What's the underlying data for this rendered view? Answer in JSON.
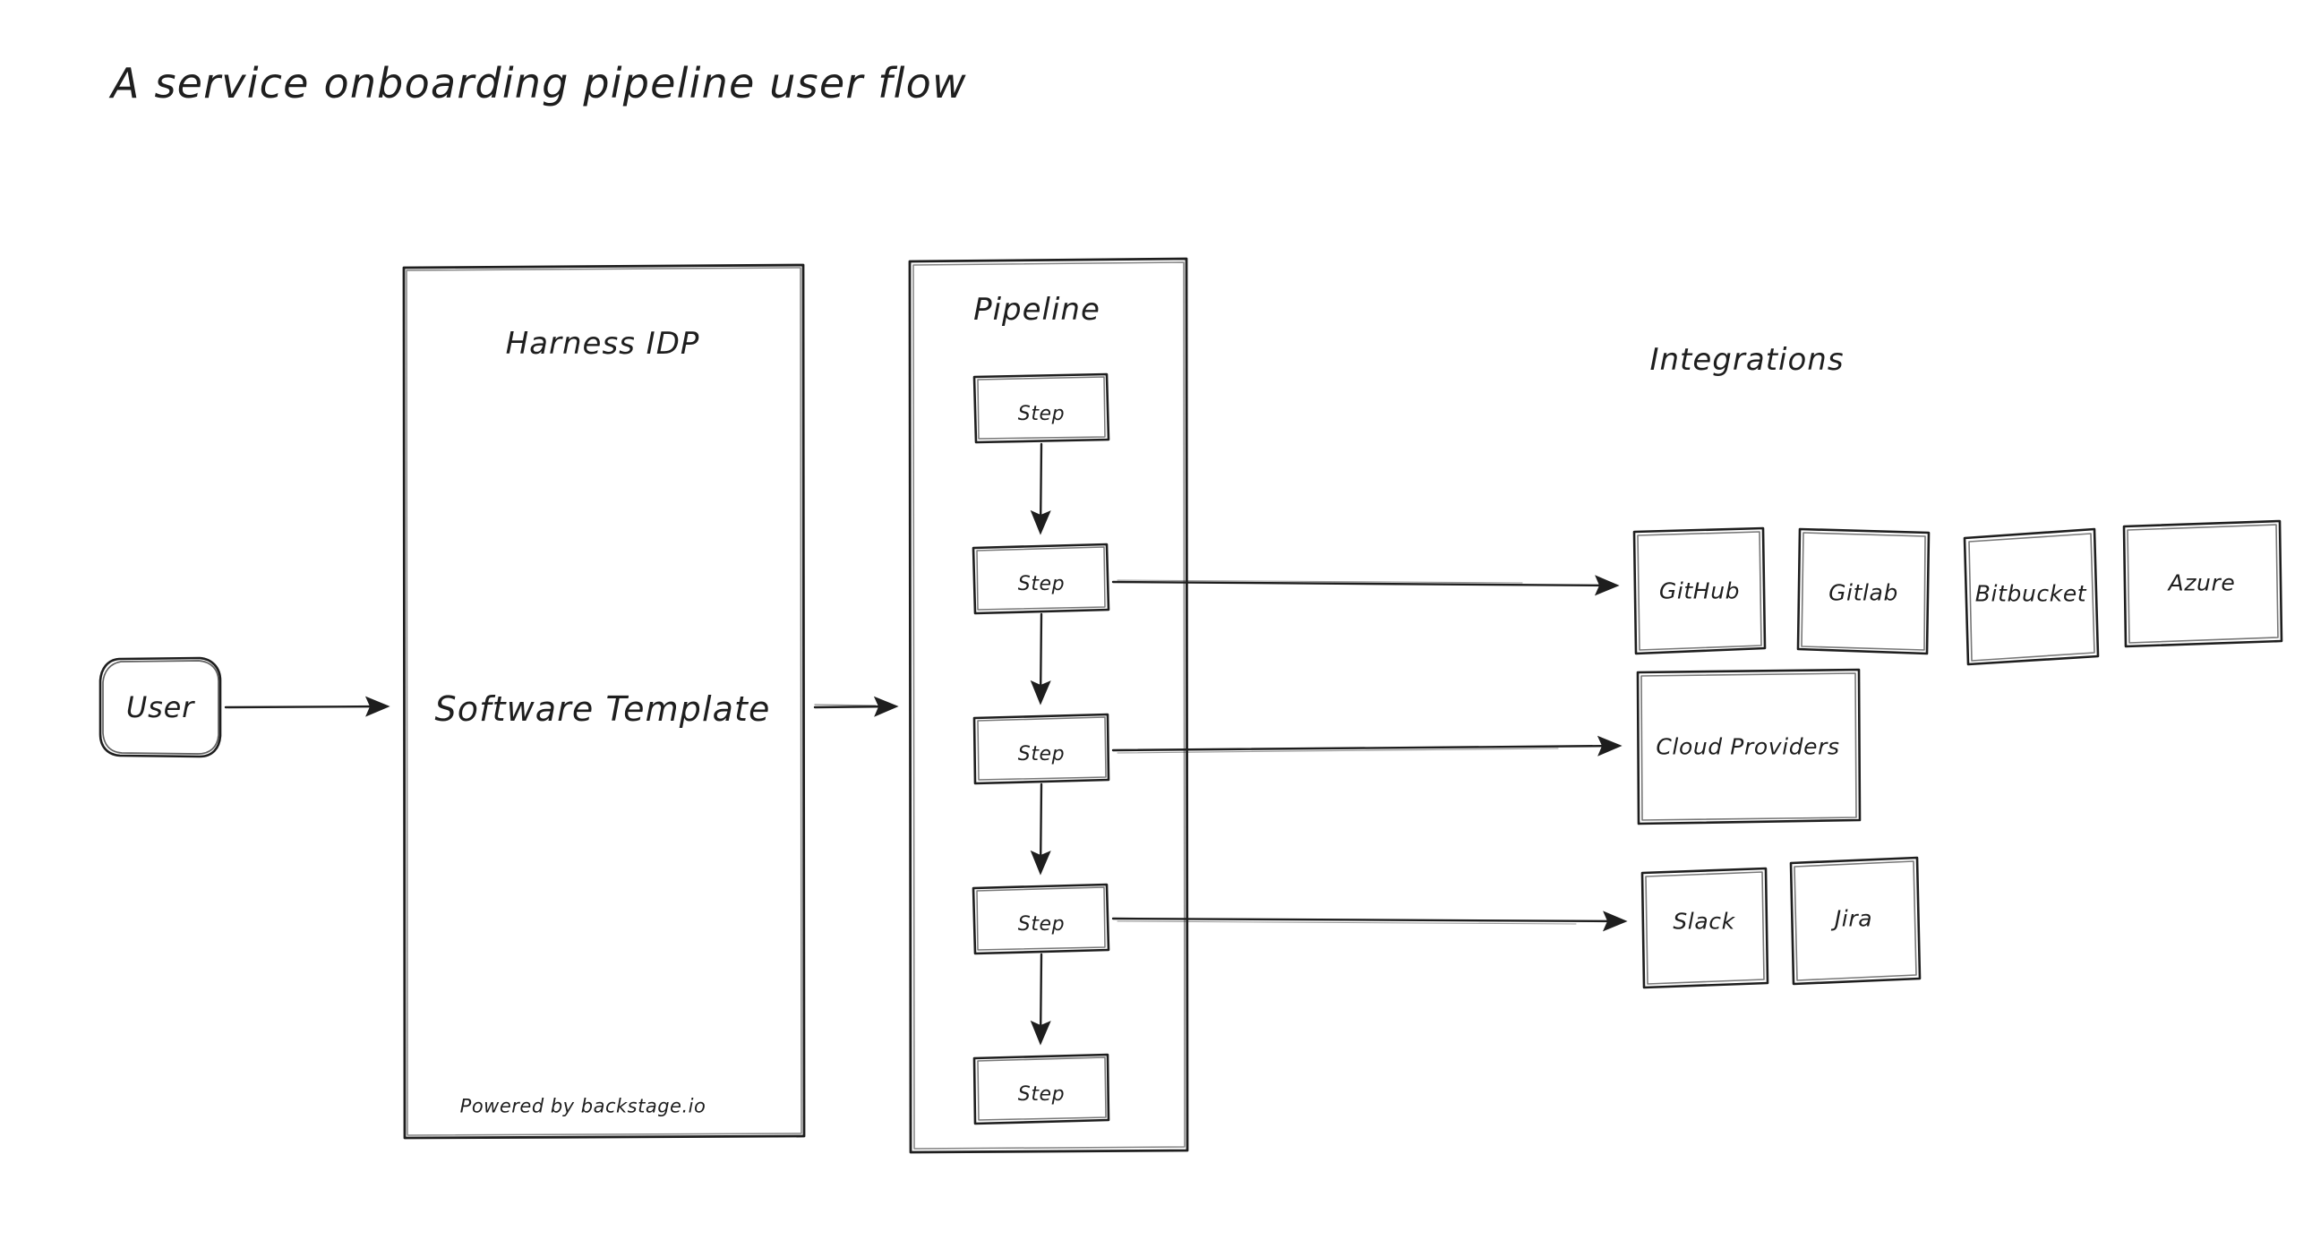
{
  "diagram": {
    "title": "A service onboarding pipeline user flow",
    "style": "hand-drawn sketch",
    "background_color": "#ffffff",
    "stroke_color": "#1e1e1e"
  },
  "user": {
    "label": "User"
  },
  "idp": {
    "header": "Harness IDP",
    "main_label": "Software Template",
    "footer": "Powered by backstage.io"
  },
  "pipeline": {
    "header": "Pipeline",
    "steps": [
      {
        "label": "Step"
      },
      {
        "label": "Step"
      },
      {
        "label": "Step"
      },
      {
        "label": "Step"
      },
      {
        "label": "Step"
      }
    ]
  },
  "integrations": {
    "header": "Integrations",
    "row_scm": [
      {
        "label": "GitHub"
      },
      {
        "label": "Gitlab"
      },
      {
        "label": "Bitbucket"
      },
      {
        "label": "Azure"
      }
    ],
    "row_cloud": [
      {
        "label": "Cloud Providers"
      }
    ],
    "row_collab": [
      {
        "label": "Slack"
      },
      {
        "label": "Jira"
      }
    ]
  },
  "connectors": [
    {
      "name": "user-to-idp",
      "from": "User",
      "to": "Harness IDP"
    },
    {
      "name": "idp-to-pipeline",
      "from": "Software Template",
      "to": "Pipeline"
    },
    {
      "name": "step1-to-step2",
      "from": "Step 1",
      "to": "Step 2"
    },
    {
      "name": "step2-to-step3",
      "from": "Step 2",
      "to": "Step 3"
    },
    {
      "name": "step3-to-step4",
      "from": "Step 3",
      "to": "Step 4"
    },
    {
      "name": "step4-to-step5",
      "from": "Step 4",
      "to": "Step 5"
    },
    {
      "name": "step2-to-scm",
      "from": "Step 2",
      "to": "GitHub"
    },
    {
      "name": "step3-to-cloud",
      "from": "Step 3",
      "to": "Cloud Providers"
    },
    {
      "name": "step4-to-collab",
      "from": "Step 4",
      "to": "Slack"
    }
  ]
}
